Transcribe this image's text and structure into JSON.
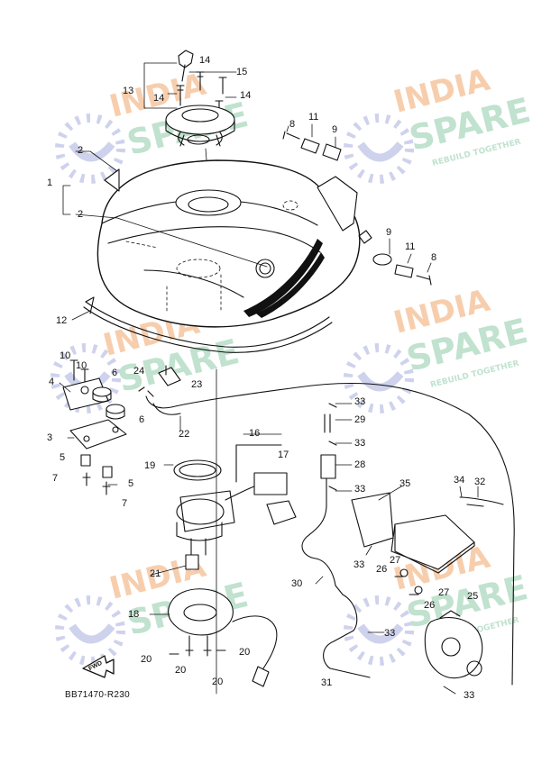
{
  "diagram": {
    "drawing_code": "BB71470-R230",
    "fwd_label": "FWD",
    "watermark": {
      "line1": "INDIA",
      "line2": "SPARE",
      "tagline": "REBUILD TOGETHER",
      "color_orange": "#f6c9a4",
      "color_green": "#b9dfc9",
      "color_icon": "#c9cdea"
    },
    "callouts": [
      {
        "id": "c1",
        "text": "1"
      },
      {
        "id": "c2a",
        "text": "2"
      },
      {
        "id": "c2b",
        "text": "2"
      },
      {
        "id": "c3",
        "text": "3"
      },
      {
        "id": "c4",
        "text": "4"
      },
      {
        "id": "c5a",
        "text": "5"
      },
      {
        "id": "c5b",
        "text": "5"
      },
      {
        "id": "c6a",
        "text": "6"
      },
      {
        "id": "c6b",
        "text": "6"
      },
      {
        "id": "c7a",
        "text": "7"
      },
      {
        "id": "c7b",
        "text": "7"
      },
      {
        "id": "c8a",
        "text": "8"
      },
      {
        "id": "c8b",
        "text": "8"
      },
      {
        "id": "c9a",
        "text": "9"
      },
      {
        "id": "c9b",
        "text": "9"
      },
      {
        "id": "c10a",
        "text": "10"
      },
      {
        "id": "c10b",
        "text": "10"
      },
      {
        "id": "c11a",
        "text": "11"
      },
      {
        "id": "c11b",
        "text": "11"
      },
      {
        "id": "c12",
        "text": "12"
      },
      {
        "id": "c13",
        "text": "13"
      },
      {
        "id": "c14a",
        "text": "14"
      },
      {
        "id": "c14b",
        "text": "14"
      },
      {
        "id": "c14c",
        "text": "14"
      },
      {
        "id": "c15",
        "text": "15"
      },
      {
        "id": "c16",
        "text": "16"
      },
      {
        "id": "c17",
        "text": "17"
      },
      {
        "id": "c18",
        "text": "18"
      },
      {
        "id": "c19",
        "text": "19"
      },
      {
        "id": "c20a",
        "text": "20"
      },
      {
        "id": "c20b",
        "text": "20"
      },
      {
        "id": "c20c",
        "text": "20"
      },
      {
        "id": "c20d",
        "text": "20"
      },
      {
        "id": "c21",
        "text": "21"
      },
      {
        "id": "c22",
        "text": "22"
      },
      {
        "id": "c23",
        "text": "23"
      },
      {
        "id": "c24",
        "text": "24"
      },
      {
        "id": "c25",
        "text": "25"
      },
      {
        "id": "c26a",
        "text": "26"
      },
      {
        "id": "c26b",
        "text": "26"
      },
      {
        "id": "c27a",
        "text": "27"
      },
      {
        "id": "c27b",
        "text": "27"
      },
      {
        "id": "c28",
        "text": "28"
      },
      {
        "id": "c29",
        "text": "29"
      },
      {
        "id": "c30",
        "text": "30"
      },
      {
        "id": "c31",
        "text": "31"
      },
      {
        "id": "c32",
        "text": "32"
      },
      {
        "id": "c33a",
        "text": "33"
      },
      {
        "id": "c33b",
        "text": "33"
      },
      {
        "id": "c33c",
        "text": "33"
      },
      {
        "id": "c33d",
        "text": "33"
      },
      {
        "id": "c33e",
        "text": "33"
      },
      {
        "id": "c33f",
        "text": "33"
      },
      {
        "id": "c34",
        "text": "34"
      },
      {
        "id": "c35",
        "text": "35"
      }
    ]
  }
}
